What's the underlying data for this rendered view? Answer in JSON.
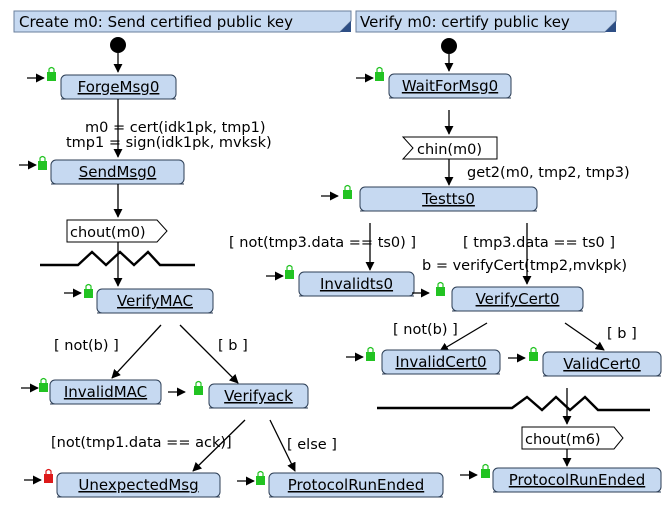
{
  "left_panel": {
    "title": "Create m0: Send certified public key",
    "states": {
      "forge": "ForgeMsg0",
      "send": "SendMsg0",
      "verify_mac": "VerifyMAC",
      "invalid_mac": "InvalidMAC",
      "verifyack": "Verifyack",
      "unexpected": "UnexpectedMsg",
      "ended": "ProtocolRunEnded"
    },
    "actions": {
      "m0_line": "m0 = cert(idk1pk, tmp1)",
      "tmp1_line": "tmp1 = sign(idk1pk, mvksk)"
    },
    "send_signal": "chout(m0)",
    "guards": {
      "not_b": "[ not(b) ]",
      "b": "[ b ]",
      "not_tmp1": "[not(tmp1.data == ack)]",
      "else": "[ else ]"
    }
  },
  "right_panel": {
    "title": "Verify m0: certify public key",
    "states": {
      "wait": "WaitForMsg0",
      "testts": "Testts0",
      "invalidts": "Invalidts0",
      "verifycert": "VerifyCert0",
      "invalidcert": "InvalidCert0",
      "validcert": "ValidCert0",
      "ended": "ProtocolRunEnded"
    },
    "receive_signal": "chin(m0)",
    "send_signal": "chout(m6)",
    "actions": {
      "get2": "get2(m0, tmp2, tmp3)",
      "verify_line": "b = verifyCert(tmp2,mvkpk)"
    },
    "guards": {
      "not_ts": "[ not(tmp3.data == ts0) ]",
      "ts": "[ tmp3.data == ts0 ]",
      "not_b": "[ not(b) ]",
      "b": "[ b ]"
    }
  },
  "colors": {
    "state_fill": "#c6d9f1",
    "state_border": "#2c3e55",
    "header_fill": "#c6d9f1",
    "lock_green": "#22c322",
    "lock_red": "#dd1a1a"
  }
}
